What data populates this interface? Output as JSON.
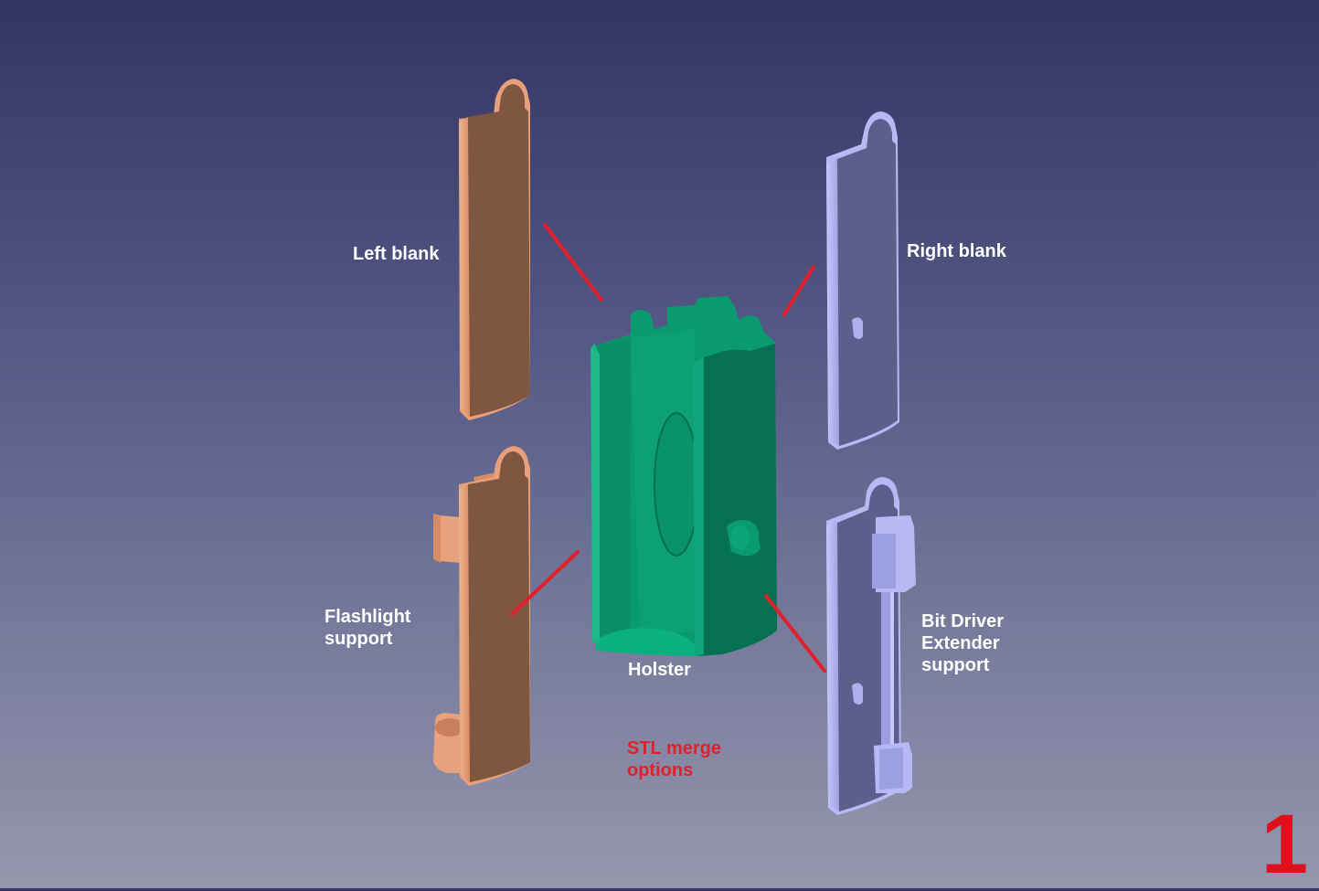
{
  "labels": {
    "left_blank": "Left blank",
    "right_blank": "Right blank",
    "flashlight_support": [
      "Flashlight",
      "support"
    ],
    "holster": "Holster",
    "bit_driver_support": [
      "Bit Driver",
      "Extender",
      "support"
    ],
    "stl_merge": [
      "STL merge",
      "options"
    ]
  },
  "page_number": "1",
  "colors": {
    "background_top": "#333463",
    "background_bottom": "#9697ad",
    "left_parts": "#7f563f",
    "left_parts_edge": "#e7a07b",
    "holster": "#0a9a70",
    "holster_dark": "#067052",
    "right_parts": "#5c5f8c",
    "right_parts_edge": "#b7b9f4",
    "connector_lines": "#e0202a",
    "label_text": "#ffffff",
    "red_text": "#e0202a"
  }
}
